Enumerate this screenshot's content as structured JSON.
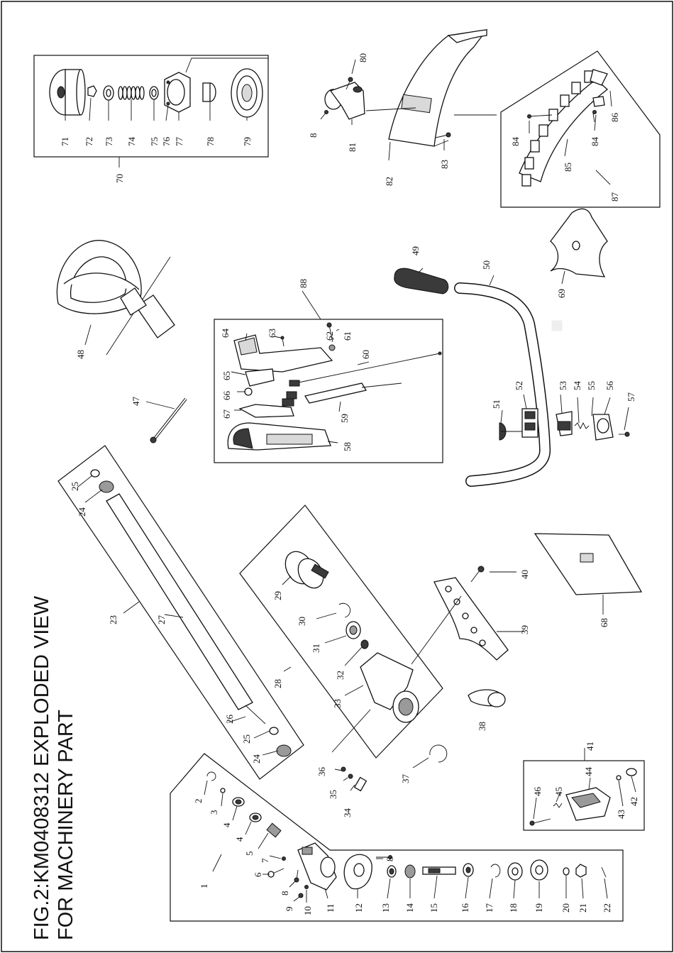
{
  "title_line1": "FIG.2:KM0408312 EXPLODED VIEW",
  "title_line2": "FOR MACHINERY PART",
  "callouts": {
    "c1": "1",
    "c2": "2",
    "c3": "3",
    "c4a": "4",
    "c4b": "4",
    "c5": "5",
    "c6": "6",
    "c7": "7",
    "c8a": "8",
    "c8b": "8",
    "c8c": "8",
    "c9": "9",
    "c10": "10",
    "c11": "11",
    "c12": "12",
    "c13": "13",
    "c14": "14",
    "c15": "15",
    "c16": "16",
    "c17": "17",
    "c18": "18",
    "c19": "19",
    "c20": "20",
    "c21": "21",
    "c22": "22",
    "c23": "23",
    "c24a": "24",
    "c24b": "24",
    "c25a": "25",
    "c25b": "25",
    "c26": "26",
    "c27": "27",
    "c28": "28",
    "c29": "29",
    "c30": "30",
    "c31": "31",
    "c32": "32",
    "c33": "33",
    "c34": "34",
    "c35": "35",
    "c36": "36",
    "c37": "37",
    "c38": "38",
    "c39": "39",
    "c40": "40",
    "c41": "41",
    "c42": "42",
    "c43": "43",
    "c44": "44",
    "c45": "45",
    "c46": "46",
    "c47": "47",
    "c48": "48",
    "c49": "49",
    "c50": "50",
    "c51": "51",
    "c52": "52",
    "c53": "53",
    "c54": "54",
    "c55": "55",
    "c56": "56",
    "c57": "57",
    "c58": "58",
    "c59": "59",
    "c60": "60",
    "c61": "61",
    "c62": "62",
    "c63": "63",
    "c64": "64",
    "c65": "65",
    "c66": "66",
    "c67": "67",
    "c68": "68",
    "c69": "69",
    "c70": "70",
    "c71": "71",
    "c72": "72",
    "c73": "73",
    "c74": "74",
    "c75": "75",
    "c76": "76",
    "c77": "77",
    "c78": "78",
    "c79": "79",
    "c80": "80",
    "c81": "81",
    "c82": "82",
    "c83": "83",
    "c84a": "84",
    "c84b": "84",
    "c85": "85",
    "c86": "86",
    "c87": "87",
    "c88": "88"
  }
}
